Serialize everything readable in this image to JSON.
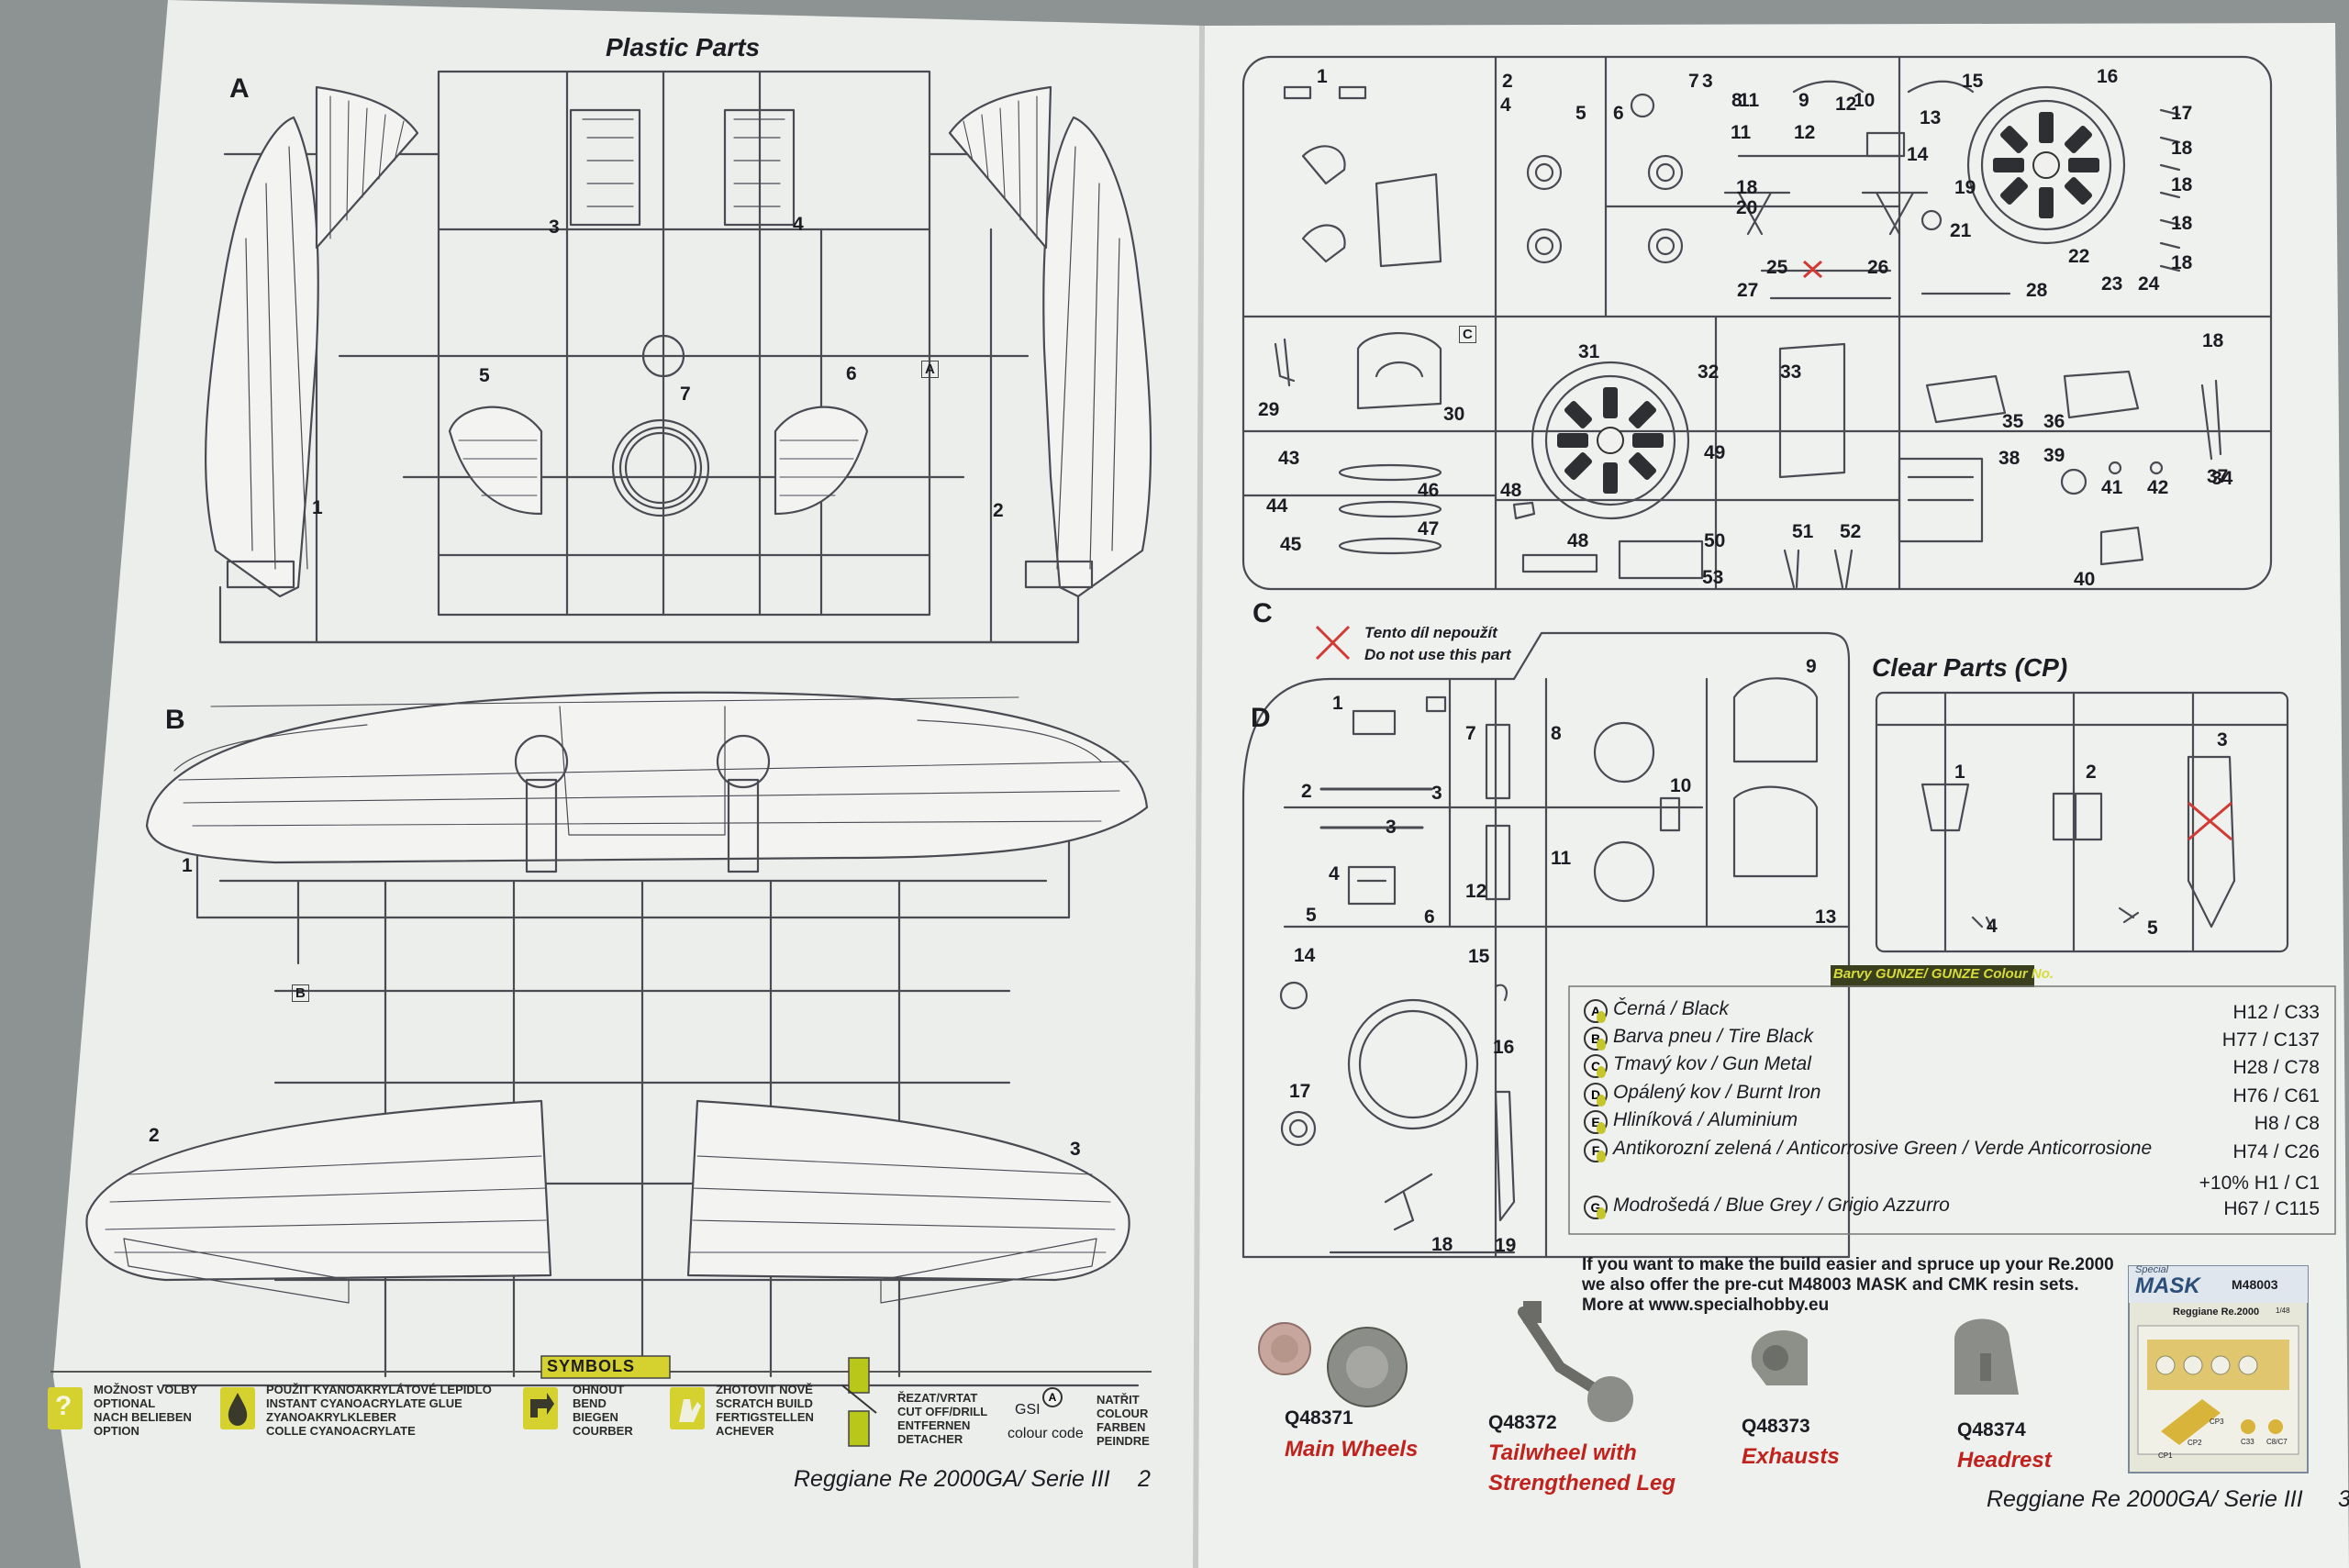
{
  "left_page": {
    "section_title": "Plastic Parts",
    "sprue_a": {
      "letter": "A",
      "parts": [
        "1",
        "2",
        "3",
        "4",
        "5",
        "6",
        "7"
      ],
      "marker": "A"
    },
    "sprue_b": {
      "letter": "B",
      "parts": [
        "1",
        "2",
        "3"
      ],
      "marker": "B"
    },
    "symbols": {
      "header": "SYMBOLS",
      "items": [
        {
          "icon": "question-mark-icon",
          "lines": [
            "MOŽNOST VOLBY",
            "OPTIONAL",
            "NACH BELIEBEN",
            "OPTION"
          ]
        },
        {
          "icon": "glue-drop-icon",
          "lines": [
            "POUŽIT KYANOAKRYLÁTOVÉ LEPIDLO",
            "INSTANT CYANOACRYLATE GLUE",
            "ZYANOAKRYLKLEBER",
            "COLLE CYANOACRYLATE"
          ]
        },
        {
          "icon": "bend-icon",
          "lines": [
            "OHNOUT",
            "BEND",
            "BIEGEN",
            "COURBER"
          ]
        },
        {
          "icon": "scratch-build-icon",
          "lines": [
            "ZHOTOVIT NOVĚ",
            "SCRATCH BUILD",
            "FERTIGSTELLEN",
            "ACHEVER"
          ]
        },
        {
          "icon": "cut-off-icon",
          "lines": [
            "ŘEZAT/VRTAT",
            "CUT OFF/DRILL",
            "ENTFERNEN",
            "DETACHER"
          ]
        }
      ],
      "colour_code": {
        "gsi": "GSI",
        "label": "colour code",
        "badge": "A"
      },
      "paint": {
        "lines": [
          "NATŘIT",
          "COLOUR",
          "FARBEN",
          "PEINDRE"
        ]
      }
    },
    "footer": "Reggiane Re 2000GA/ Serie III",
    "page_number": "2"
  },
  "right_page": {
    "sprue_c": {
      "letter": "C",
      "parts": [
        "1",
        "2",
        "3",
        "4",
        "5",
        "6",
        "7",
        "8",
        "9",
        "10",
        "11",
        "11",
        "12",
        "12",
        "13",
        "14",
        "15",
        "16",
        "17",
        "18",
        "18",
        "18",
        "18",
        "18",
        "18",
        "19",
        "20",
        "21",
        "22",
        "23",
        "24",
        "25",
        "26",
        "27",
        "28",
        "29",
        "30",
        "31",
        "32",
        "33",
        "34",
        "35",
        "36",
        "37",
        "38",
        "39",
        "40",
        "41",
        "42",
        "43",
        "44",
        "45",
        "46",
        "47",
        "48",
        "48",
        "49",
        "50",
        "51",
        "52",
        "53"
      ],
      "marker": "C"
    },
    "do_not_use": {
      "cz": "Tento díl nepoužít",
      "en": "Do not use this part"
    },
    "sprue_d": {
      "letter": "D",
      "parts": [
        "1",
        "2",
        "3",
        "3",
        "4",
        "5",
        "6",
        "7",
        "8",
        "9",
        "10",
        "11",
        "12",
        "13",
        "14",
        "15",
        "16",
        "17",
        "18",
        "19"
      ]
    },
    "clear_parts": {
      "title": "Clear Parts (CP)",
      "parts": [
        "1",
        "2",
        "3",
        "4",
        "5"
      ]
    },
    "colour_header": "Barvy GUNZE/ GUNZE Colour No.",
    "colours": [
      {
        "badge": "A",
        "name": "Černá / Black",
        "code": "H12 / C33"
      },
      {
        "badge": "B",
        "name": "Barva pneu / Tire Black",
        "code": "H77 / C137"
      },
      {
        "badge": "C",
        "name": "Tmavý kov / Gun Metal",
        "code": "H28 / C78"
      },
      {
        "badge": "D",
        "name": "Opálený kov / Burnt Iron",
        "code": "H76 / C61"
      },
      {
        "badge": "E",
        "name": "Hliníková / Aluminium",
        "code": "H8 / C8"
      },
      {
        "badge": "F",
        "name": "Antikorozní zelená / Anticorrosive Green / Verde Anticorrosione",
        "code": "H74 / C26",
        "extra": "+10% H1 / C1"
      },
      {
        "badge": "G",
        "name": "Modrošedá / Blue Grey / Grigio Azzurro",
        "code": "H67 / C115"
      }
    ],
    "promo": {
      "lines": [
        "If you want to make the build easier and spruce up your Re.2000",
        "we also offer the pre-cut M48003 MASK and CMK resin sets.",
        "More at www.specialhobby.eu"
      ]
    },
    "products": [
      {
        "code": "Q48371",
        "name": [
          "Main Wheels"
        ]
      },
      {
        "code": "Q48372",
        "name": [
          "Tailwheel with",
          "Strengthened Leg"
        ]
      },
      {
        "code": "Q48373",
        "name": [
          "Exhausts"
        ]
      },
      {
        "code": "Q48374",
        "name": [
          "Headrest"
        ]
      }
    ],
    "mask_box": {
      "brand": "MASK",
      "brand_small": "Special",
      "code": "M48003",
      "subtitle": "Reggiane Re.2000",
      "scale": "1/48",
      "labels": [
        "CP1",
        "CP2",
        "CP3",
        "C33",
        "C8/C7"
      ]
    },
    "footer": "Reggiane Re 2000GA/ Serie III",
    "page_number": "3"
  },
  "colors": {
    "paper": "#eef0ee",
    "ink": "#3a3a40",
    "title_red": "#c0231e",
    "warn_green": "#b9c61a",
    "symbol_yellow": "#d5d12e"
  }
}
